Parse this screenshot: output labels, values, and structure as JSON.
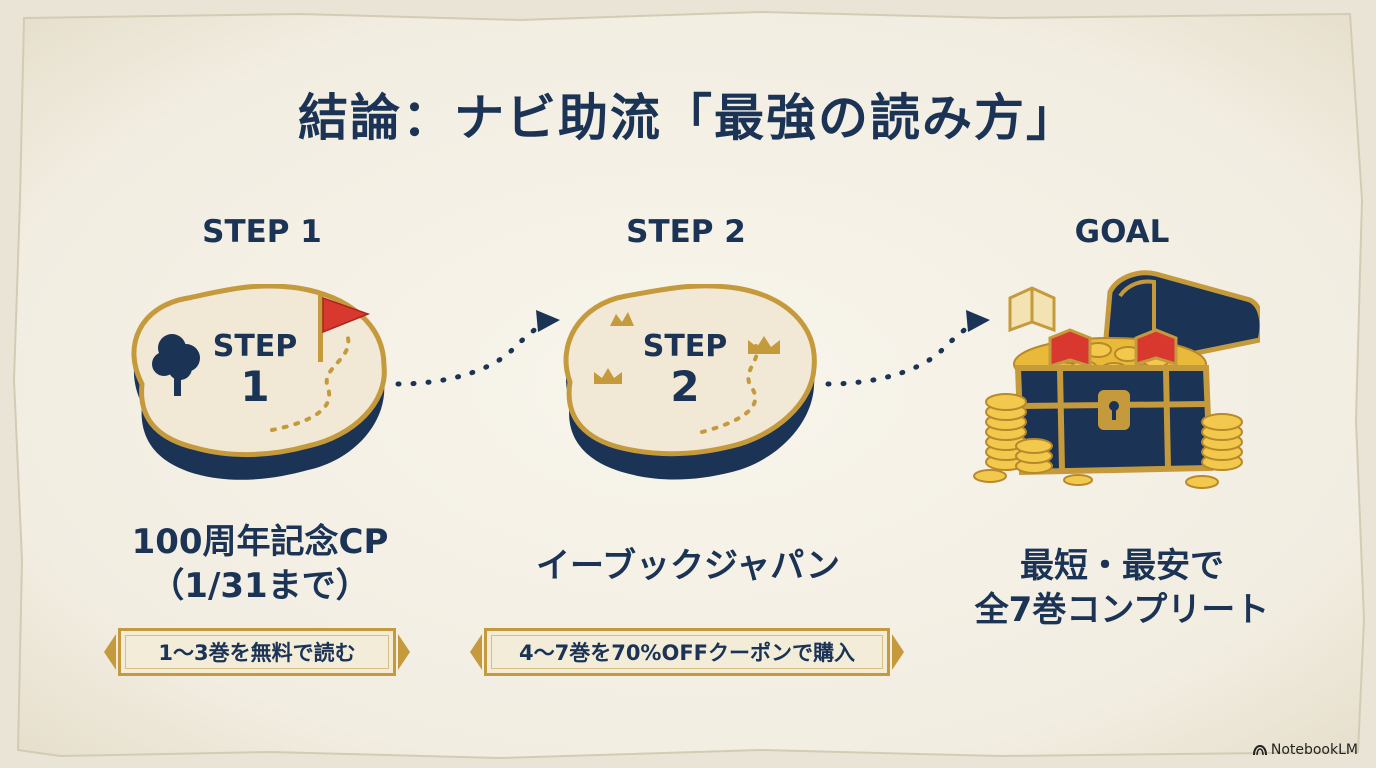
{
  "title": "結論：ナビ助流「最強の読み方」",
  "steps": [
    {
      "label": "STEP 1",
      "island_line1": "STEP",
      "island_line2": "1",
      "caption_line1": "100周年記念CP",
      "caption_line2": "（1/31まで）",
      "banner": "1〜3巻を無料で読む"
    },
    {
      "label": "STEP 2",
      "island_line1": "STEP",
      "island_line2": "2",
      "caption_line1": "イーブックジャパン",
      "caption_line2": "",
      "banner": "4〜7巻を70%OFFクーポンで購入"
    },
    {
      "label": "GOAL",
      "caption_line1": "最短・最安で",
      "caption_line2": "全7巻コンプリート"
    }
  ],
  "brand": "NotebookLM",
  "colors": {
    "navy": "#1b3355",
    "gold": "#c59a3c",
    "parchment": "#f3eee2",
    "flag": "#d9382e"
  },
  "icons": [
    "tree-icon",
    "flag-icon",
    "crown-icon",
    "treasure-chest-icon",
    "book-icon",
    "coin-stack-icon",
    "arrow-right-icon"
  ]
}
